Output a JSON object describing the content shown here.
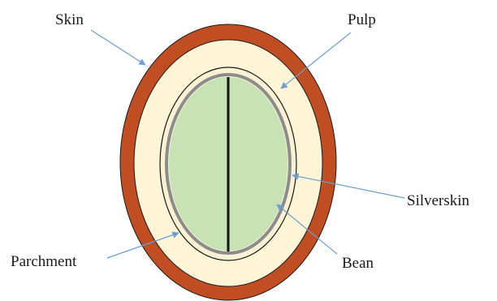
{
  "diagram": {
    "colors": {
      "skin": "#c04e22",
      "pulp": "#fdf5d6",
      "parchment": "#fbf2d4",
      "silverskin": "#8c8c8c",
      "bean": "#c7e2b4",
      "arrow": "#6e9fce",
      "outline": "#1a1a1a"
    },
    "labels": {
      "skin": "Skin",
      "pulp": "Pulp",
      "silverskin": "Silverskin",
      "parchment": "Parchment",
      "bean": "Bean"
    }
  }
}
